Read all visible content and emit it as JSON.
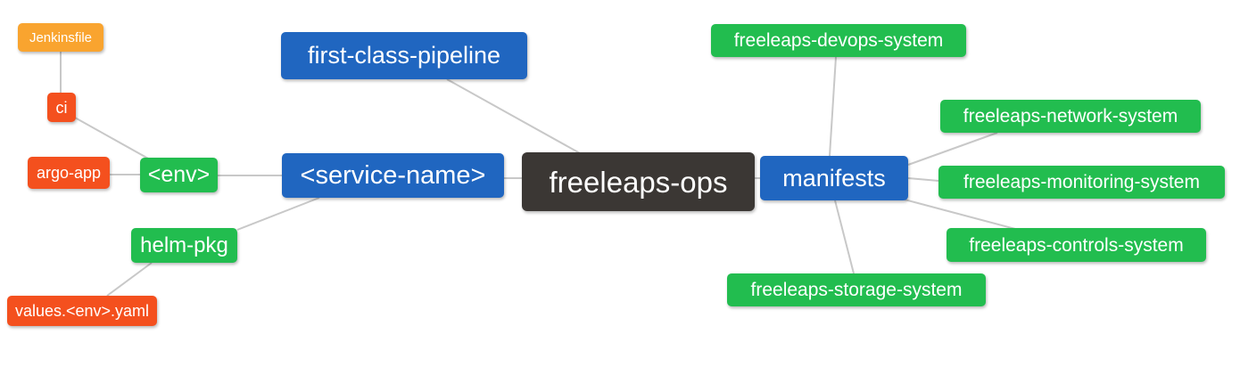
{
  "diagram": {
    "palette": {
      "blue": "#2066C0",
      "green": "#22BD4F",
      "red": "#F4501E",
      "orange": "#F9A42F",
      "dark": "#3B3734",
      "edge": "#C8C8C8",
      "text": "#FFFFFF",
      "background": "#FFFFFF"
    },
    "nodes": {
      "jenkinsfile": {
        "label": "Jenkinsfile",
        "color": "orange"
      },
      "ci": {
        "label": "ci",
        "color": "red"
      },
      "argo_app": {
        "label": "argo-app",
        "color": "red"
      },
      "env": {
        "label": "<env>",
        "color": "green"
      },
      "helm_pkg": {
        "label": "helm-pkg",
        "color": "green"
      },
      "values_yaml": {
        "label": "values.<env>.yaml",
        "color": "red"
      },
      "first_class_pipeline": {
        "label": "first-class-pipeline",
        "color": "blue"
      },
      "service_name": {
        "label": "<service-name>",
        "color": "blue"
      },
      "freeleaps_ops": {
        "label": "freeleaps-ops",
        "color": "dark"
      },
      "manifests": {
        "label": "manifests",
        "color": "blue"
      },
      "devops_system": {
        "label": "freeleaps-devops-system",
        "color": "green"
      },
      "network_system": {
        "label": "freeleaps-network-system",
        "color": "green"
      },
      "monitoring_system": {
        "label": "freeleaps-monitoring-system",
        "color": "green"
      },
      "controls_system": {
        "label": "freeleaps-controls-system",
        "color": "green"
      },
      "storage_system": {
        "label": "freeleaps-storage-system",
        "color": "green"
      }
    },
    "edges": [
      {
        "from": "jenkinsfile",
        "to": "ci"
      },
      {
        "from": "ci",
        "to": "env"
      },
      {
        "from": "argo_app",
        "to": "env"
      },
      {
        "from": "env",
        "to": "service_name"
      },
      {
        "from": "service_name",
        "to": "helm_pkg"
      },
      {
        "from": "helm_pkg",
        "to": "values_yaml"
      },
      {
        "from": "first_class_pipeline",
        "to": "freeleaps_ops"
      },
      {
        "from": "service_name",
        "to": "freeleaps_ops"
      },
      {
        "from": "freeleaps_ops",
        "to": "manifests"
      },
      {
        "from": "manifests",
        "to": "devops_system"
      },
      {
        "from": "manifests",
        "to": "network_system"
      },
      {
        "from": "manifests",
        "to": "monitoring_system"
      },
      {
        "from": "manifests",
        "to": "controls_system"
      },
      {
        "from": "manifests",
        "to": "storage_system"
      }
    ]
  }
}
